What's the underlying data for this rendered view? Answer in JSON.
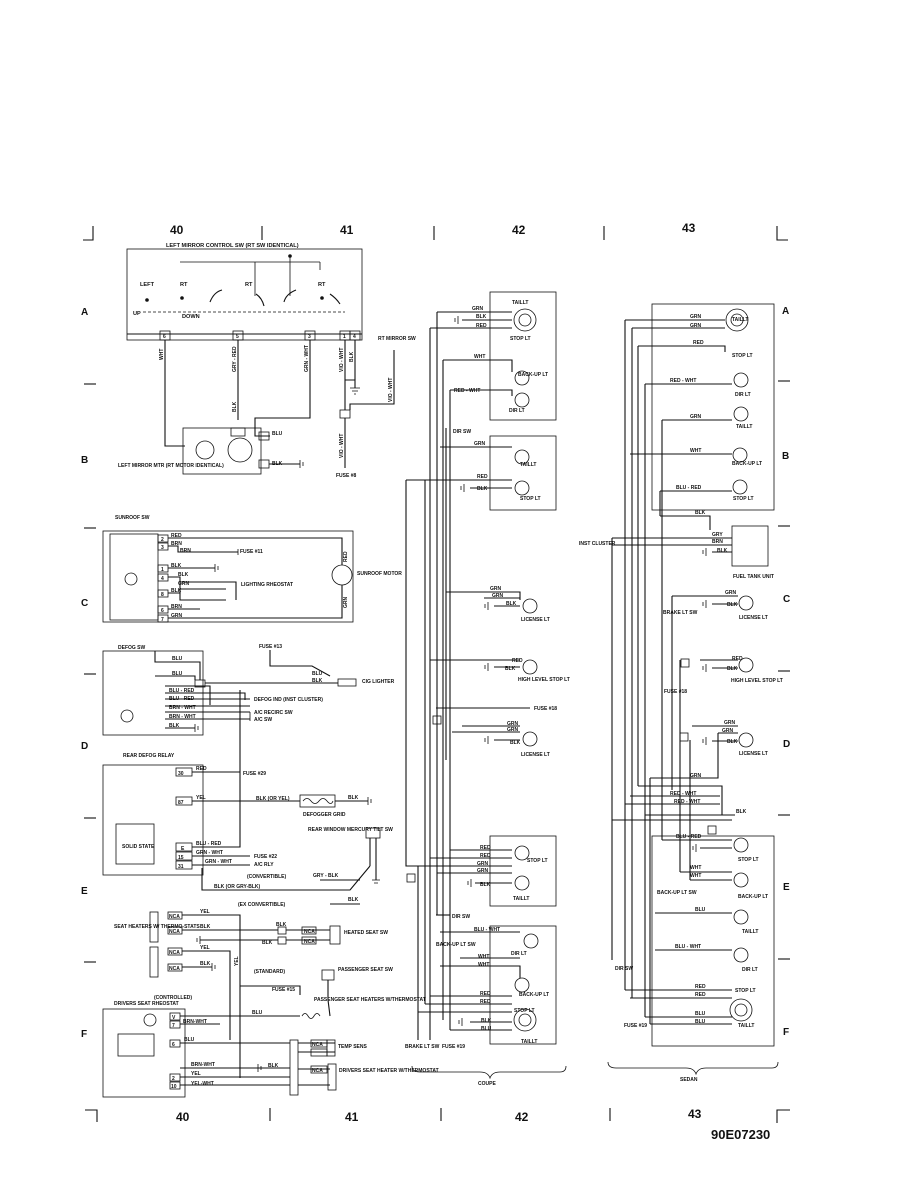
{
  "doc_id": "90E07230",
  "columns": [
    "40",
    "41",
    "42",
    "43"
  ],
  "rows": [
    "A",
    "B",
    "C",
    "D",
    "E",
    "F"
  ],
  "mirror": {
    "title": "LEFT MIRROR CONTROL SW (RT SW IDENTICAL)",
    "labels": [
      "LEFT",
      "RT",
      "RT",
      "RT",
      "UP",
      "DOWN"
    ],
    "pins": [
      "6",
      "5",
      "3",
      "1",
      "4"
    ],
    "wires": [
      "WHT",
      "GRY - RED",
      "GRN - WHT",
      "VIO - WHT",
      "BLK",
      "BLK",
      "BLU",
      "BLK",
      "VIO - WHT",
      "VIO - WHT"
    ],
    "rt_switch": "RT MIRROR SW",
    "motor": "LEFT MIRROR MTR (RT MOTOR IDENTICAL)",
    "fuse": "FUSE #8"
  },
  "sunroof": {
    "switch": "SUNROOF SW",
    "pins": [
      "2",
      "3",
      "1",
      "4",
      "8",
      "6",
      "7"
    ],
    "wires": [
      "RED",
      "BRN",
      "BRN",
      "BLK",
      "BLK",
      "GRN",
      "BLK",
      "BRN",
      "GRN",
      "RED",
      "GRN"
    ],
    "fuse": "FUSE #11",
    "rheostat": "LIGHTING RHEOSTAT",
    "motor": "SUNROOF MOTOR"
  },
  "defog": {
    "switch": "DEFOG SW",
    "wires": [
      "BLU",
      "BLU",
      "BLU",
      "BLK",
      "BLU - RED",
      "BLU - RED",
      "BRN - WHT",
      "BRN - WHT",
      "BLK"
    ],
    "fuse": "FUSE #13",
    "lighter": "CIG LIGHTER",
    "ind": "DEFOG IND (INST CLUSTER)",
    "recirc": "A/C RECIRC SW",
    "ac_sw": "A/C SW"
  },
  "rear_defog": {
    "relay": "REAR DEFOG RELAY",
    "pins": [
      "30",
      "87",
      "E",
      "15",
      "31"
    ],
    "wires": [
      "RED",
      "YEL",
      "BLK (OR YEL)",
      "BLK",
      "BLU - RED",
      "GRN - WHT",
      "GRN - WHT",
      "GRY - BLK",
      "BLK (OR GRY-BLK)",
      "BLK"
    ],
    "fuse": "FUSE #29",
    "grid": "DEFOGGER GRID",
    "tilt": "REAR WINDOW MERCURY TILT SW",
    "fuse22": "FUSE #22",
    "ac_rly": "A/C RLY",
    "solid": "SOLID STATE",
    "convertible": "(CONVERTIBLE)",
    "ex_convertible": "(EX CONVERTIBLE)"
  },
  "seat": {
    "heaters": "SEAT HEATERS W/ THERMO-STATS",
    "nca": [
      "NCA",
      "NCA",
      "NCA",
      "NCA",
      "NCA",
      "NCA",
      "NCA",
      "NCA"
    ],
    "wires": [
      "YEL",
      "BLK",
      "YEL",
      "BLK",
      "BLK",
      "BLK",
      "YEL",
      "BLU",
      "BRN-WHT",
      "BLU",
      "BRN-WHT",
      "YEL",
      "YEL-WHT",
      "BLK"
    ],
    "heated_sw": "HEATED SEAT SW",
    "standard": "(STANDARD)",
    "controlled": "(CONTROLLED)",
    "fuse15": "FUSE #15",
    "passenger_sw": "PASSENGER SEAT SW",
    "passenger_heaters": "PASSENGER SEAT HEATERS W/THERMOSTAT",
    "rheostat": "DRIVERS SEAT RHEOSTAT",
    "pins": [
      "V",
      "7",
      "6",
      "2",
      "10"
    ],
    "temp": "TEMP SENS",
    "drivers": "DRIVERS SEAT HEATER W/THERMOSTAT"
  },
  "coupe": {
    "label": "COUPE",
    "lamps": [
      "TAILLT",
      "STOP LT",
      "BACK-UP LT",
      "DIR LT",
      "TAILLT",
      "STOP LT",
      "LICENSE LT",
      "HIGH LEVEL STOP LT",
      "LICENSE LT",
      "STOP LT",
      "TAILLT",
      "DIR LT",
      "BACK-UP LT",
      "STOP LT",
      "TAILLT"
    ],
    "wires": [
      "GRN",
      "BLK",
      "RED",
      "WHT",
      "RED - WHT",
      "GRN",
      "RED",
      "BLK",
      "GRN",
      "GRN",
      "BLK",
      "RED",
      "BLK",
      "GRN",
      "GRN",
      "BLK",
      "RED",
      "RED",
      "GRN",
      "GRN",
      "BLK",
      "BLU - WHT",
      "WHT",
      "WHT",
      "RED",
      "RED",
      "BLK",
      "BLU"
    ],
    "dir_sw": "DIR SW",
    "fuse18": "FUSE #18",
    "backup_sw": "BACK-UP LT SW",
    "brake_sw": "BRAKE LT SW",
    "fuse19": "FUSE #19"
  },
  "sedan": {
    "label": "SEDAN",
    "lamps": [
      "TAILLT",
      "STOP LT",
      "DIR LT",
      "TAILLT",
      "BACK-UP LT",
      "STOP LT",
      "LICENSE LT",
      "HIGH LEVEL STOP LT",
      "LICENSE LT",
      "STOP LT",
      "BACK-UP LT",
      "TAILLT",
      "DIR LT",
      "STOP LT",
      "TAILLT"
    ],
    "wires": [
      "GRN",
      "GRN",
      "RED",
      "RED - WHT",
      "GRN",
      "WHT",
      "BLU - RED",
      "BLK",
      "GRY",
      "BRN",
      "BLK",
      "GRN",
      "BLK",
      "RED",
      "BLK",
      "GRN",
      "GRN",
      "BLK",
      "GRN",
      "RED - WHT",
      "RED - WHT",
      "BLK",
      "BLU - RED",
      "WHT",
      "WHT",
      "BLU",
      "BLU - WHT",
      "RED",
      "RED",
      "BLU",
      "BLU"
    ],
    "cluster": "INST CLUSTER",
    "tank": "FUEL TANK UNIT",
    "brake_sw": "BRAKE LT SW",
    "fuse18": "FUSE #18",
    "backup_sw": "BACK-UP LT SW",
    "dir_sw": "DIR SW",
    "fuse19": "FUSE #19"
  }
}
